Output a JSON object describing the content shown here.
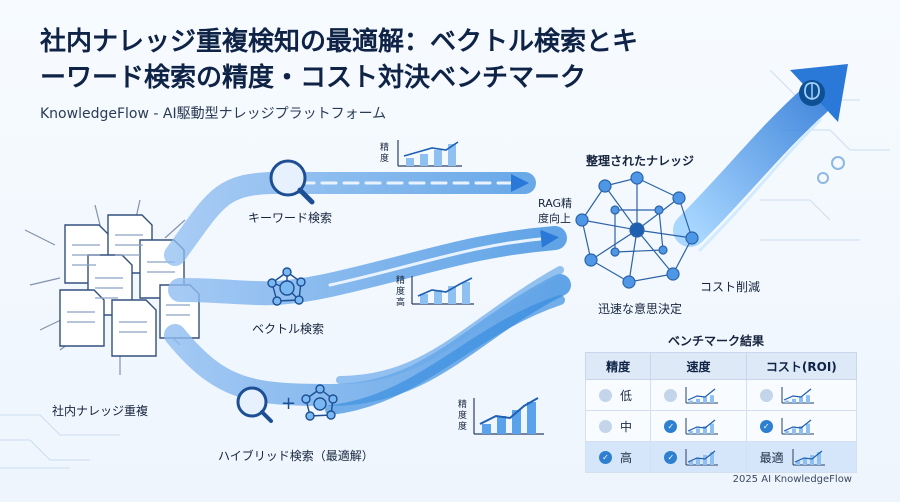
{
  "title": "社内ナレッジ重複検知の最適解：ベクトル検索とキーワード検索の精度・コスト対決ベンチマーク",
  "subtitle": "KnowledgeFlow - AI駆動型ナレッジプラットフォーム",
  "source_label": "社内ナレッジ重複",
  "methods": {
    "keyword": {
      "label": "キーワード検索",
      "mini_chart_label": "精度"
    },
    "vector": {
      "label": "ベクトル検索",
      "mini_chart_label": "精度高"
    },
    "hybrid": {
      "label": "ハイブリッド検索（最適解）",
      "mini_chart_label": "精度度"
    }
  },
  "result": {
    "network_title": "整理されたナレッジ",
    "rag_label": "RAG精度向上",
    "cost_label": "コスト削減",
    "decision_label": "迅速な意思決定"
  },
  "benchmark": {
    "title": "ベンチマーク結果",
    "headers": [
      "精度",
      "速度",
      "コスト(ROI)"
    ],
    "rows": [
      {
        "precision": "低",
        "precision_checked": false,
        "speed_checked": false,
        "cost_label": ""
      },
      {
        "precision": "中",
        "precision_checked": false,
        "speed_checked": true,
        "cost_label": ""
      },
      {
        "precision": "高",
        "precision_checked": true,
        "speed_checked": true,
        "cost_label": "最適"
      }
    ]
  },
  "copyright": "2025 AI KnowledgeFlow",
  "colors": {
    "accent": "#2d7fd0",
    "dark": "#0f2347",
    "light": "#cfe3fa"
  },
  "icons": [
    "document-icon",
    "magnifier-icon",
    "network-node-icon",
    "brain-icon",
    "gear-icon",
    "check-icon"
  ]
}
